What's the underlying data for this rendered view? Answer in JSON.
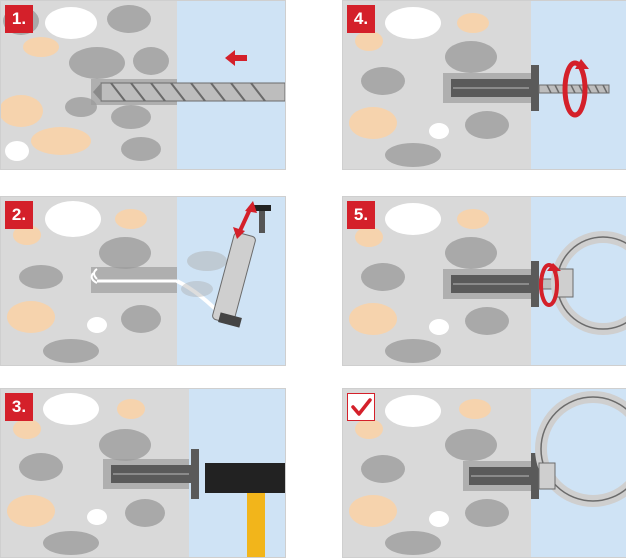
{
  "steps": [
    {
      "label": "1.",
      "action": "drill"
    },
    {
      "label": "2.",
      "action": "clean-hole"
    },
    {
      "label": "3.",
      "action": "hammer-anchor"
    },
    {
      "label": "4.",
      "action": "tighten-screw"
    },
    {
      "label": "5.",
      "action": "attach-ring"
    },
    {
      "label": "",
      "action": "done",
      "icon": "checkmark-icon"
    }
  ],
  "colors": {
    "wall": "#d9d9d9",
    "stone_grey": "#a9a9a9",
    "stone_peach": "#f6d3ad",
    "stone_white": "#ffffff",
    "air": "#cfe3f5",
    "accent_red": "#d4202a",
    "anchor": "#5a5a5a",
    "handle": "#f2b51b"
  }
}
